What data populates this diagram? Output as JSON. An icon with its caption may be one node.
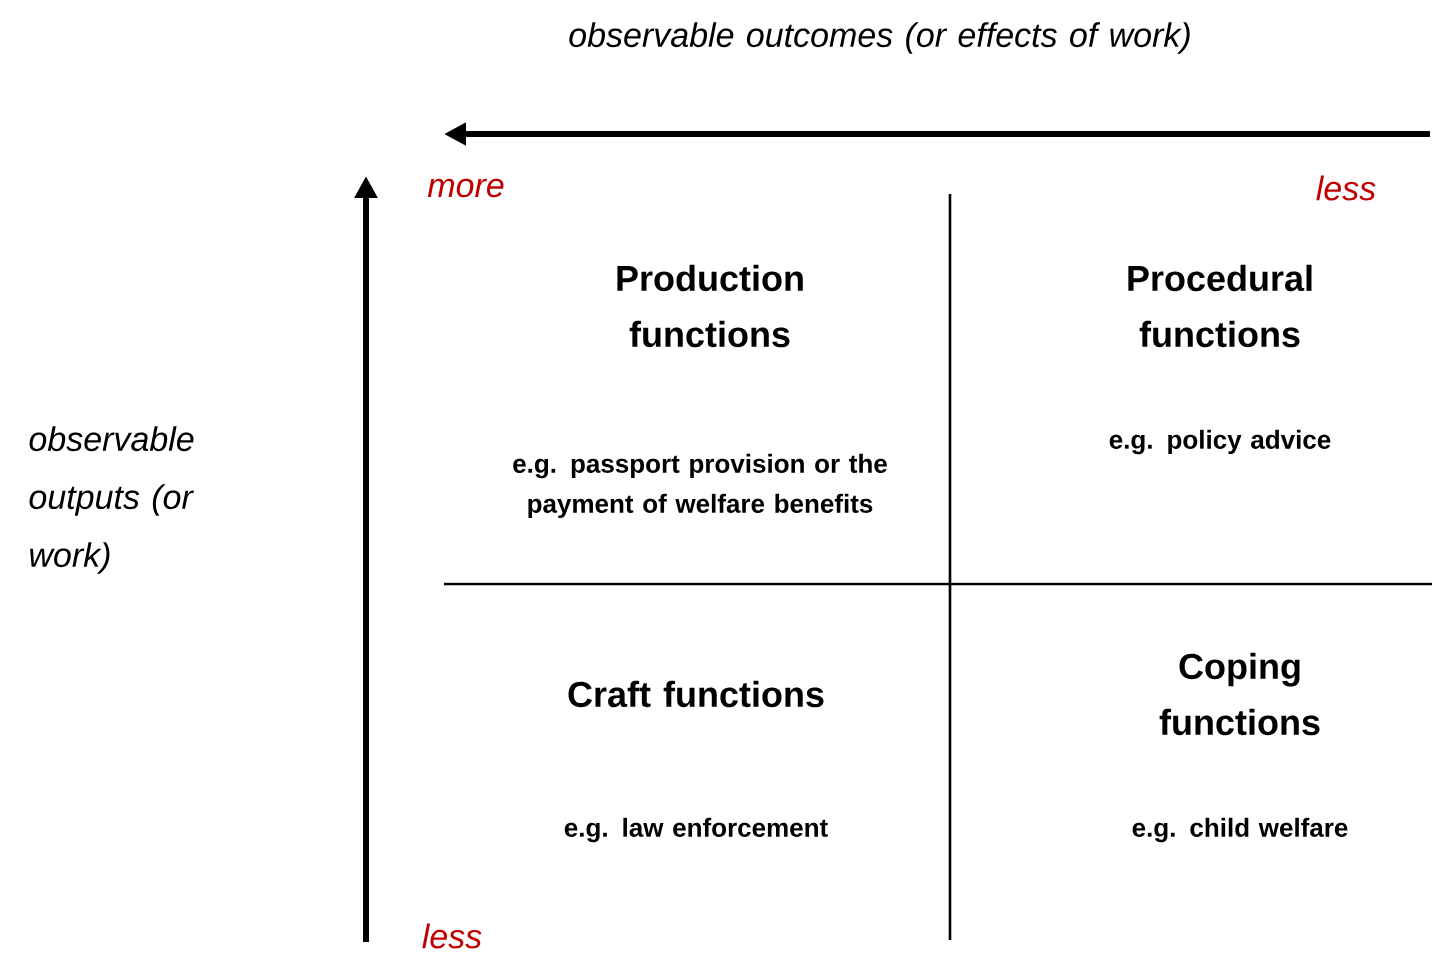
{
  "diagram": {
    "labels": [
      "observable outcomes (or effects of work)",
      "more",
      "less",
      "Production functions",
      "Procedural functions",
      "observable outputs (or work)",
      "e.g. passport provision or the payment of welfare benefits",
      "e.g. policy advice",
      "Craft functions",
      "Coping functions",
      "e.g. law enforcement",
      "e.g. child welfare",
      "less"
    ]
  }
}
